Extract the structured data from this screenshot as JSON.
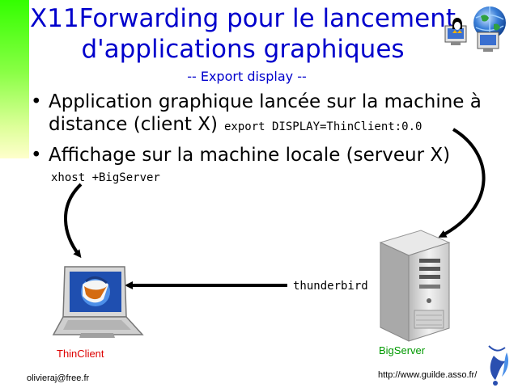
{
  "slide": {
    "title_line1": "X11Forwarding pour le lancement",
    "title_line2": "d'applications graphiques",
    "subtitle": "-- Export display --",
    "bullets": [
      {
        "text": "Application graphique lancée sur la machine à distance (client X)"
      },
      {
        "text": "Affichage sur la machine locale (serveur X)"
      }
    ],
    "commands": {
      "export": "export DISPLAY=ThinClient:0.0",
      "xhost": "xhost +BigServer",
      "app": "thunderbird"
    },
    "labels": {
      "thin_client": "ThinClient",
      "big_server": "BigServer"
    },
    "footer": {
      "email": "olivieraj@free.fr",
      "url": "http://www.guilde.asso.fr/"
    }
  },
  "icons": {
    "network_globe": "network-globe-icon",
    "laptop": "laptop-icon",
    "thunderbird": "thunderbird-icon",
    "server": "server-tower-icon",
    "guilde_logo": "guilde-bird-logo"
  },
  "colors": {
    "title": "#0000cc",
    "thin_client_label": "#dd0000",
    "big_server_label": "#009900",
    "accent_bar": "#33ff00"
  }
}
